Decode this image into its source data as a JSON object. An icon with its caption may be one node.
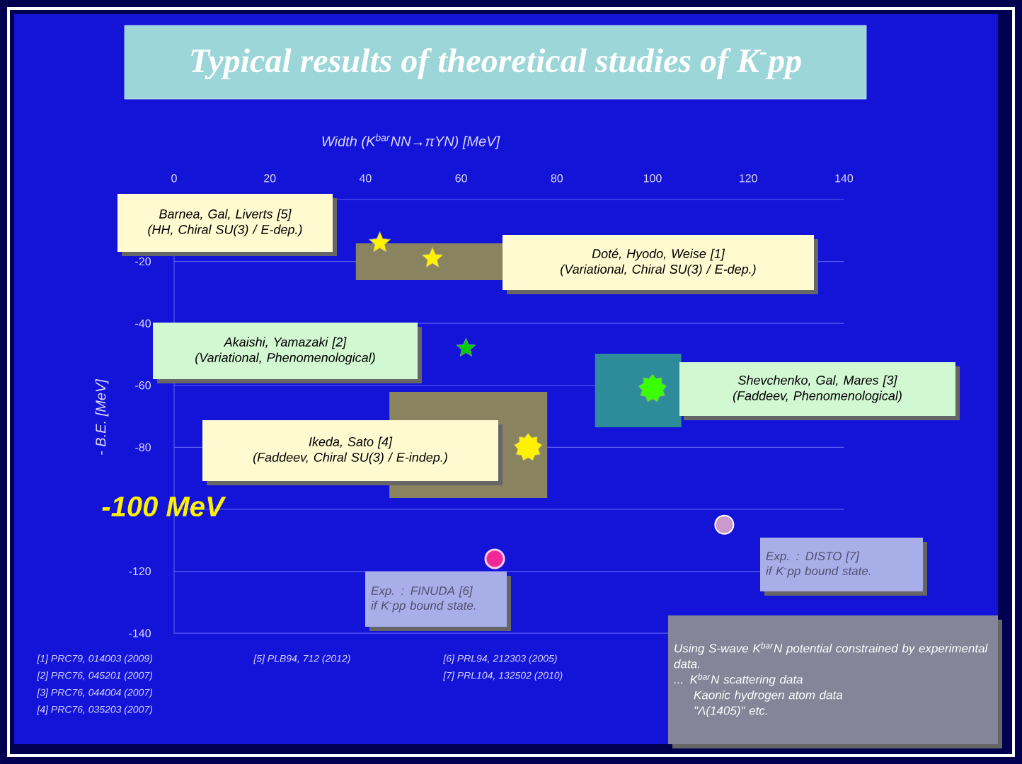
{
  "diagram": {
    "title": "Typical results of theoretical studies of K$^{-}$pp",
    "nodes": [
      {
        "text": [
          "Barnea, Gal, Liverts [5]",
          "(HH, Chiral SU(3) / E-dep.)"
        ]
      },
      {
        "text": [
          "Doté, Hyodo, Weise [1]",
          "(Variational, Chiral SU(3) / E-dep.)"
        ]
      },
      {
        "text": [
          "Akaishi, Yamazaki [2]",
          "(Variational, Phenomenological)"
        ]
      },
      {
        "text": [
          "Shevchenko, Gal, Mares [3]",
          "(Faddeev, Phenomenological)"
        ]
      },
      {
        "text": [
          "Ikeda, Sato [4]",
          "(Faddeev, Chiral SU(3) / E-indep.)"
        ]
      },
      {
        "text": [
          "Exp. : FINUDA [6]",
          "if K$^{-}$pp bound state."
        ]
      },
      {
        "text": [
          "Exp. : DISTO [7]",
          "if K$^{-}$pp bound state."
        ]
      },
      {
        "text": [
          "Using S-wave K$^{bar}$N potential constrained by experimental data.",
          "... K$^{bar}$N scattering data",
          "Kaonic hydrogen atom data",
          "\"Λ(1405)\" etc."
        ]
      }
    ],
    "labels": [
      "Width (K$^{bar}$NN→πYN) [MeV]",
      "0",
      "20",
      "40",
      "60",
      "80",
      "100",
      "120",
      "140",
      "- B.E. [MeV]",
      "-20",
      "-40",
      "-60",
      "-80",
      "-120",
      "-140",
      "-100 MeV",
      "[1] PRC79, 014003 (2009)",
      "[2] PRC76, 045201 (2007)",
      "[3] PRC76, 044004 (2007)",
      "[4] PRC76, 035203 (2007)",
      "[5] PLB94, 712 (2012)",
      "[6] PRL94, 212303 (2005)",
      "[7] PRL104, 132502 (2010)"
    ]
  }
}
